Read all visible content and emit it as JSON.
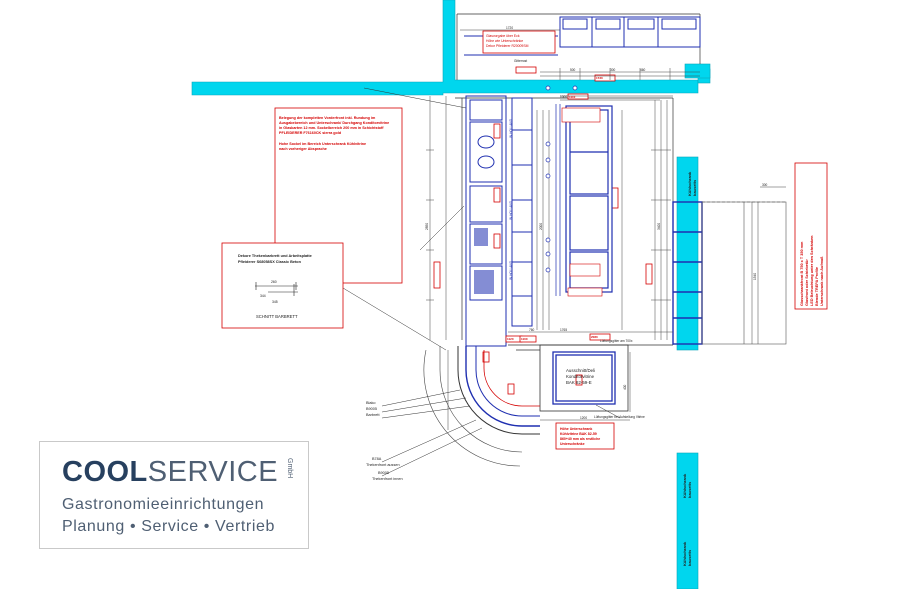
{
  "colors": {
    "wall": "#00d6ee",
    "drawing": "#222222",
    "equipment": "#1f2fb0",
    "note": "#d40000"
  },
  "logo": {
    "brand_bold": "COOL",
    "brand_light": "SERVICE",
    "suffix": "GmbH",
    "line2": "Gastronomieeinrichtungen",
    "line3": "Planung • Service • Vertrieb"
  },
  "notes": {
    "front_cover": {
      "line1": "Belegung der kompletten Vorderfront inkl. Rundung im",
      "line2": "Ausgabebereich und Unterschrank/ Durchgang Konditorvitrine",
      "line3": "in Glaskarten 12 mm. Sockelbereich 200 mm in Schichtstoff",
      "line4": "PFLEIDERER F76160CK sierra gold",
      "line5": "Hohe Sockel im Bereich Unterschrank Kühlvitrine",
      "line6": "nach vorheriger Absprache"
    },
    "counter_board": {
      "line1": "Dekore Thekenbarbrett und Arbeitsplatte",
      "line2": "Pfleiderer S68058SX Classic Beton",
      "caption": "SCHNITT BARBRETT"
    },
    "cake_display": {
      "line1": "Höhe Unterschrank",
      "line2": "Kühlvitrine BAK 82-59",
      "line3": "860+40 mm als restliche",
      "line4": "Unterschränke"
    },
    "wall_display": {
      "line1": "Glasschrankfront B 750 x T 350 mm",
      "line2": "Glasfront oder Schiebetür",
      "line3": "LED Beleuchtung unter den Schränken",
      "line4": "Blende TREPA Profile",
      "line5": "Unterschrank nach Aufmaß"
    }
  },
  "labels": {
    "vitrine_title": "Ausschnitt/Deli",
    "vitrine_sub": "Konditorvitrine",
    "vitrine_model": "BAK 82-59-E",
    "fridge_top": "Kühlschrank",
    "fridge_top_sub": "bauseits",
    "fridge_mid": "Kühlschrank",
    "fridge_mid_sub": "bauseits",
    "fridge_bot": "Kühlschrank",
    "fridge_bot_sub": "bauseits",
    "material_1": "Blako",
    "material_2": "B9005",
    "material_3": "Barbrett",
    "material_4": "B78A",
    "material_5": "Thekenfront aussen",
    "material_6": "B9005",
    "material_7": "Thekenfront innen",
    "hollands_1": "IN HOLLAND",
    "hollands_2": "IN HOLLAND",
    "hollands_3": "IN HOLLAND",
    "gitterrost": "Gitterrost",
    "lueftung": "Lüftungsgitter bei Aufstellung Vitrine",
    "lueftung_top": "Lüftungsgitter am 700x",
    "dim_1720": "1720",
    "dim_1200": "1200",
    "dim_2850": "2850",
    "dim_760": "760",
    "dim_460": "460",
    "dim_300": "300",
    "dim_500": "500",
    "dim_1540": "1540",
    "dim_344": "344",
    "dim_260": "260",
    "dim_345": "345",
    "dim_3400": "3400",
    "dim_2000": "2000",
    "dim_1765": "1765",
    "dim_1000": "1000",
    "dim_400": "400",
    "ref_1": "1120",
    "ref_2": "1100",
    "ref_3": "2080",
    "ref_4": "1110",
    "ref_5": "1730"
  }
}
